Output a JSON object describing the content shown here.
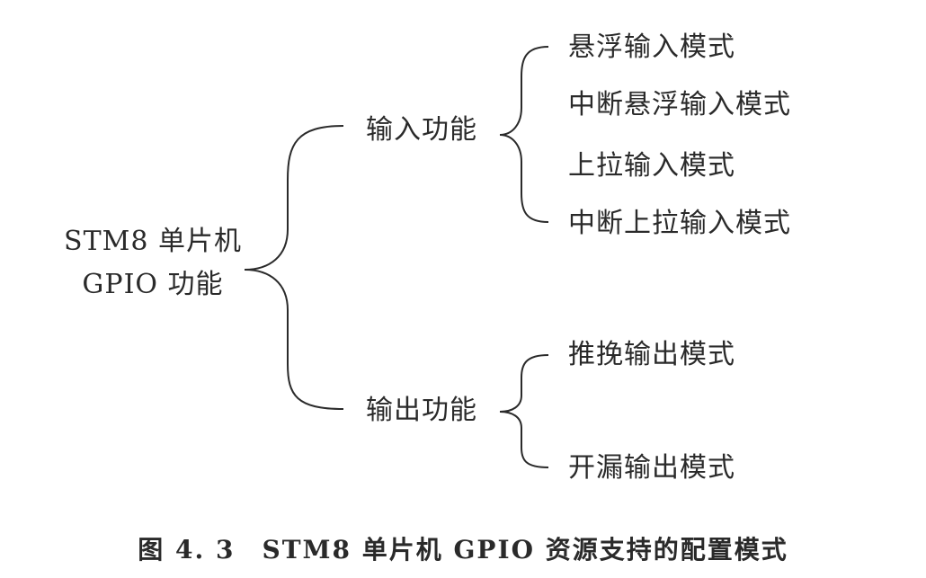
{
  "root": {
    "line1": "STM8 单片机",
    "line2": "GPIO 功能"
  },
  "input": {
    "label": "输入功能",
    "modes": [
      "悬浮输入模式",
      "中断悬浮输入模式",
      "上拉输入模式",
      "中断上拉输入模式"
    ]
  },
  "output": {
    "label": "输出功能",
    "modes": [
      "推挽输出模式",
      "开漏输出模式"
    ]
  },
  "caption": "图 4. 3　STM8 单片机 GPIO 资源支持的配置模式"
}
